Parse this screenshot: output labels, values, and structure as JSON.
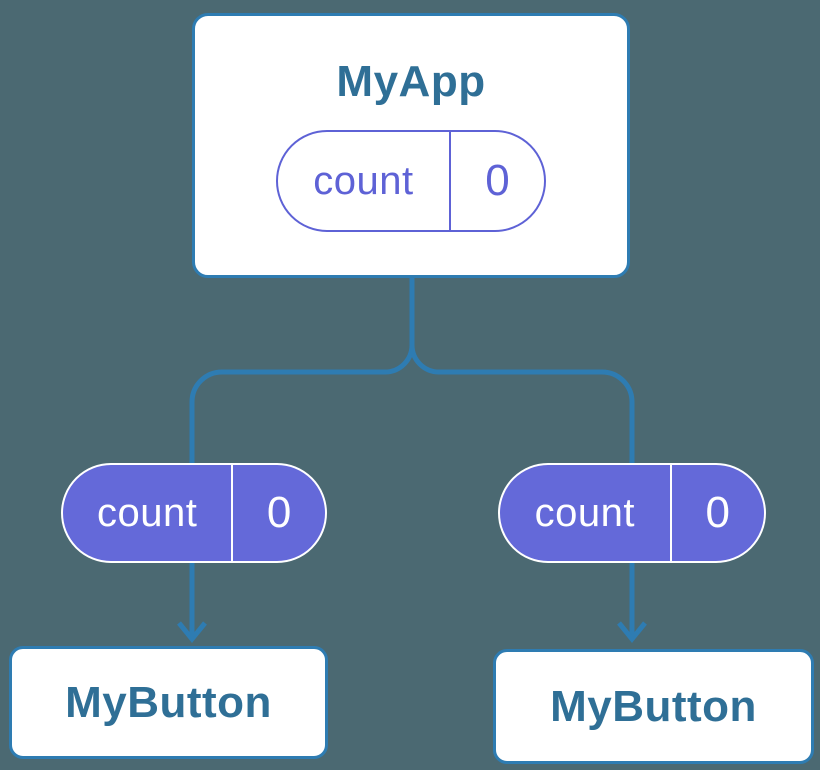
{
  "diagram": {
    "root": {
      "title": "MyApp",
      "state": {
        "label": "count",
        "value": "0"
      }
    },
    "children": [
      {
        "title": "MyButton",
        "prop": {
          "label": "count",
          "value": "0"
        }
      },
      {
        "title": "MyButton",
        "prop": {
          "label": "count",
          "value": "0"
        }
      }
    ],
    "colors": {
      "background": "#4B6972",
      "line": "#2E7CB2",
      "node_text": "#2F6F96",
      "purple_fill": "#6469D9",
      "purple_outline": "#5E62D6",
      "white": "#FFFFFF"
    }
  }
}
